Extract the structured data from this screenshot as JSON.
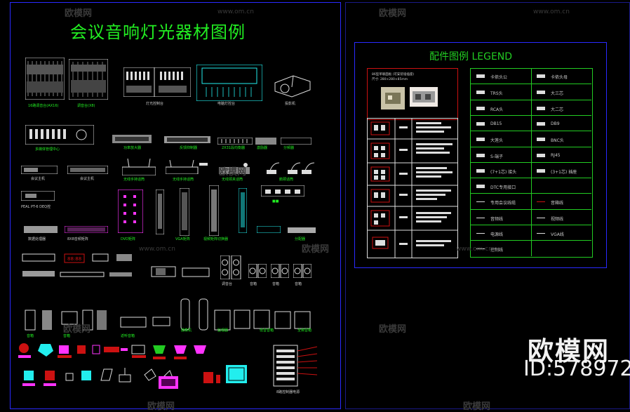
{
  "main_title": "会议音响灯光器材图例",
  "legend_title": "配件图例  LEGEND",
  "device_labels": {
    "row1": [
      "16路调音台(AX16)",
      "调音台(X8)",
      "灯光控制台",
      "电脑灯控台",
      "投影机"
    ],
    "row2": [
      "多媒体管理中心",
      "功率放大器",
      "反馈抑制器",
      "2X31段均衡器",
      "激励器",
      "分频器"
    ],
    "row3": [
      "会议主机",
      "会议主机",
      "无线手持话筒",
      "无线手持话筒",
      "无线领夹话筒",
      "鹅颈话筒"
    ],
    "row3b": "PEAL PT-6 DEQ控",
    "row4": [
      "数据处理器",
      "8X8音频矩阵",
      "DVD矩阵",
      "VGA矩阵",
      "视频矩阵切换器",
      "分配器"
    ],
    "row5": [
      "调音台",
      "音箱",
      "音箱",
      "音箱"
    ],
    "row6": [
      "音箱",
      "音箱",
      "返听音箱",
      "摄像机",
      "监视器",
      "低音音箱",
      "全频音箱"
    ],
    "bottom": "8路控制器电源"
  },
  "legend_card": {
    "spec": "86型单联面板 (可安装墙插座)",
    "size": "尺寸: 280×280×85mm"
  },
  "legend_rows": [
    {
      "left": "卡侬头公",
      "right": "卡侬头母"
    },
    {
      "left": "TRS头",
      "right": "大三芯"
    },
    {
      "left": "RCA头",
      "right": "大二芯"
    },
    {
      "left": "DB15",
      "right": "DB9"
    },
    {
      "left": "大莲头",
      "right": "BNC头"
    },
    {
      "left": "S-端子",
      "right": "RJ45"
    },
    {
      "left": "(7+1芯) 接头",
      "right": "(3+1芯) 插座"
    },
    {
      "left": "DTC专用接口",
      "right": ""
    },
    {
      "left": "专用会议线缆",
      "right": "音箱线"
    },
    {
      "left": "音频线",
      "right": "视频线"
    },
    {
      "left": "电源线",
      "right": "VGA线"
    },
    {
      "left": "控制线",
      "right": ""
    }
  ],
  "watermarks": {
    "brand": "欧模网",
    "url": "www.om.cn",
    "big_brand": "欧模网",
    "id": "ID:578972"
  },
  "colors": {
    "title": "#22ee22",
    "frame": "#2a2aff",
    "legend_red": "#cc1111",
    "magenta": "#ff33ff",
    "cyan": "#22eeee"
  }
}
